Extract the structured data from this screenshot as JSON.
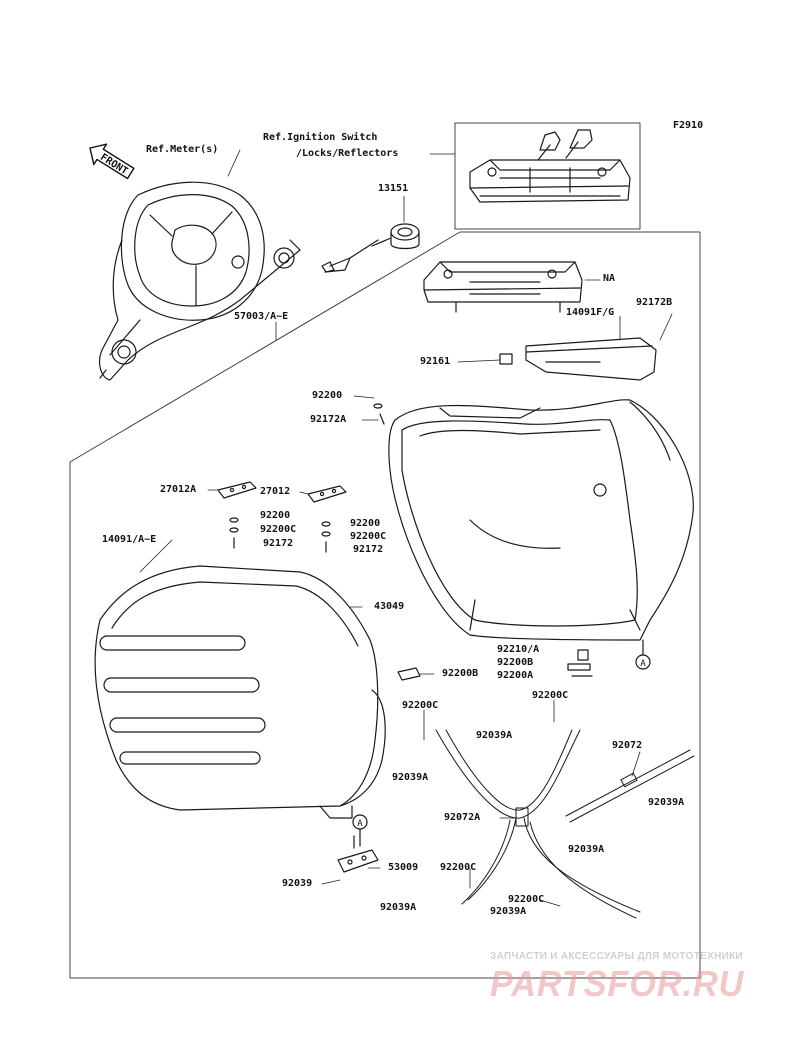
{
  "diagram_code": "F2910",
  "front_label": "FRONT",
  "watermark": {
    "line1": "ЗАПЧАСТИ И АКСЕССУАРЫ ДЛЯ МОТОТЕХНИКИ",
    "line2": "PARTSFOR.RU"
  },
  "callout": "A",
  "labels": {
    "ref_meter": "Ref.Meter(s)",
    "ref_ignition_1": "Ref.Ignition Switch",
    "ref_ignition_2": "/Locks/Reflectors",
    "p13151": "13151",
    "nA": "NA",
    "p57003": "57003/A~E",
    "p14091FG": "14091F/G",
    "p92172B": "92172B",
    "p92161": "92161",
    "p92200_top": "92200",
    "p92172A_top": "92172A",
    "p27012A": "27012A",
    "p27012": "27012",
    "p92200_l": "92200",
    "p92200C_l": "92200C",
    "p92172_l": "92172",
    "p92200_r": "92200",
    "p92200C_r": "92200C",
    "p92172_r": "92172",
    "p14091AE": "14091/A~E",
    "p43049": "43049",
    "p92200B_l": "92200B",
    "p92210A": "92210/A",
    "p92200B_r": "92200B",
    "p92200A": "92200A",
    "p92200C_a": "92200C",
    "p92200C_b": "92200C",
    "p92039A_a": "92039A",
    "p92039A_b": "92039A",
    "p92072": "92072",
    "p92039A_c": "92039A",
    "p92072A": "92072A",
    "p92039A_d": "92039A",
    "p53009": "53009",
    "p92039": "92039",
    "p92200C_c": "92200C",
    "p92039A_e": "92039A",
    "p92200C_d": "92200C",
    "p92039A_f": "92039A"
  }
}
